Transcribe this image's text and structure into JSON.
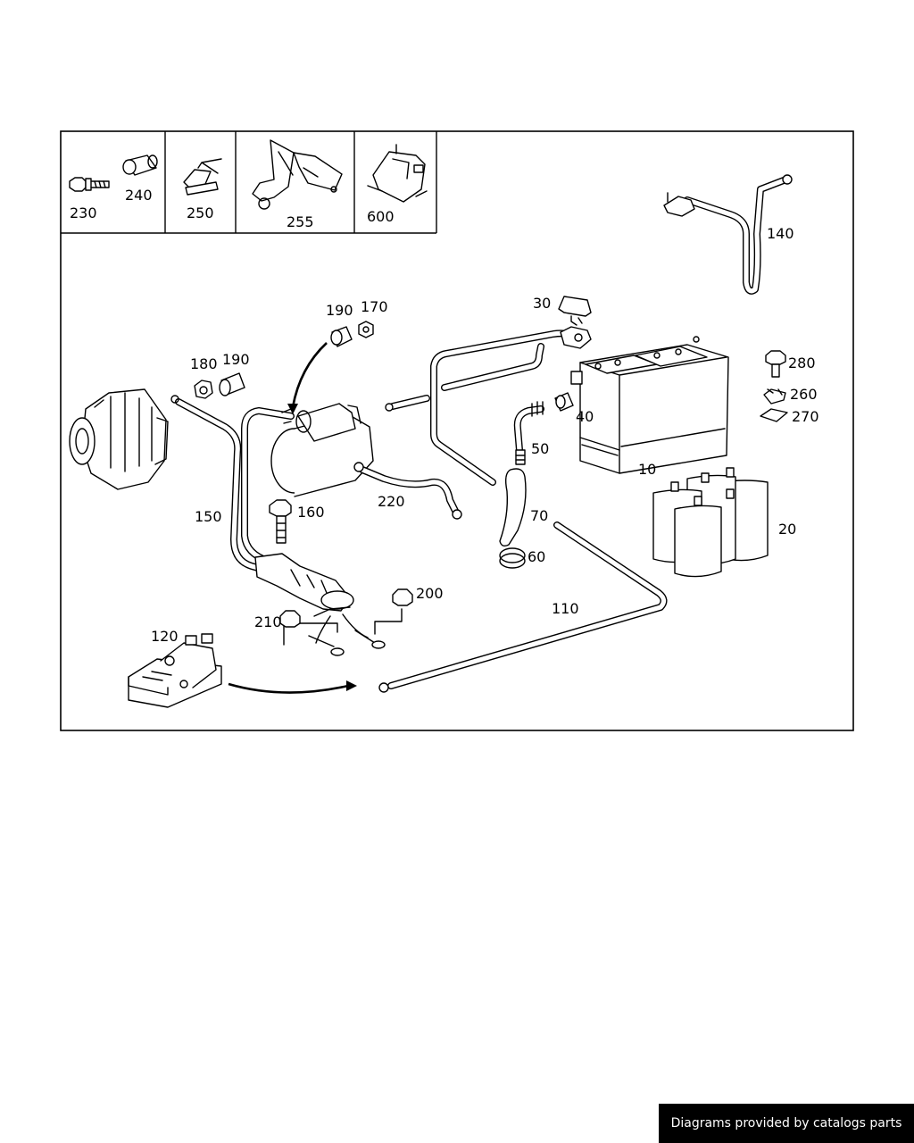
{
  "diagram": {
    "inset_labels": {
      "p230": "230",
      "p240": "240",
      "p250": "250",
      "p255": "255",
      "p600": "600"
    },
    "labels": {
      "p10": "10",
      "p20": "20",
      "p30": "30",
      "p40": "40",
      "p50": "50",
      "p60": "60",
      "p70": "70",
      "p110": "110",
      "p120": "120",
      "p140": "140",
      "p150": "150",
      "p160": "160",
      "p170": "170",
      "p180": "180",
      "p190a": "190",
      "p190b": "190",
      "p200": "200",
      "p210": "210",
      "p220": "220",
      "p260": "260",
      "p270": "270",
      "p280": "280"
    }
  },
  "footer": {
    "text": "Diagrams provided by catalogs parts"
  }
}
